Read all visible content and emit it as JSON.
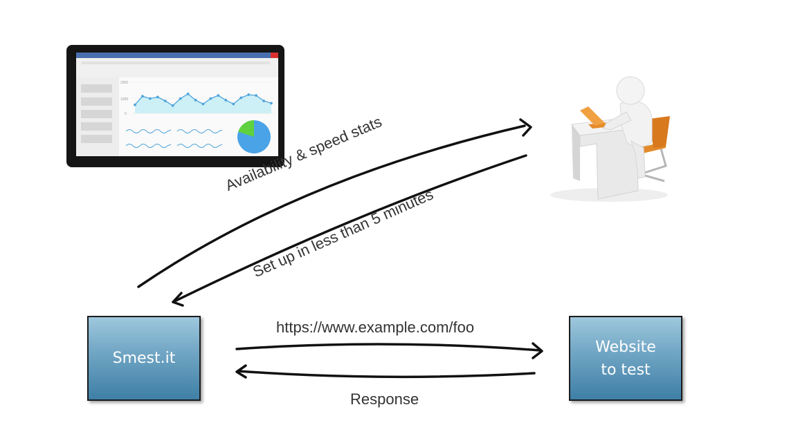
{
  "labels": {
    "availability": "Availability & speed stats",
    "setup": "Set up in less than 5 minutes",
    "url": "https://www.example.com/foo",
    "response": "Response"
  },
  "nodes": {
    "smest": "Smest.it",
    "website": "Website\nto test"
  },
  "dashboard": {
    "y_ticks": [
      "2000",
      "1000",
      "0"
    ],
    "line_values": [
      550,
      1100,
      950,
      1050,
      800,
      500,
      950,
      1250,
      850,
      600,
      950,
      1150,
      850,
      600,
      1000,
      1200,
      1150,
      800,
      650
    ],
    "pie_shares": [
      0.8,
      0.2
    ],
    "colors": {
      "titlebar": "#4a6fb0",
      "close": "#d9302e",
      "line": "#4fa3d9",
      "area": "#ccf0f6",
      "pie_main": "#4aa3e6",
      "pie_slice": "#5fd13f"
    }
  },
  "icons": [
    "laptop-icon",
    "person-at-desk-icon"
  ]
}
